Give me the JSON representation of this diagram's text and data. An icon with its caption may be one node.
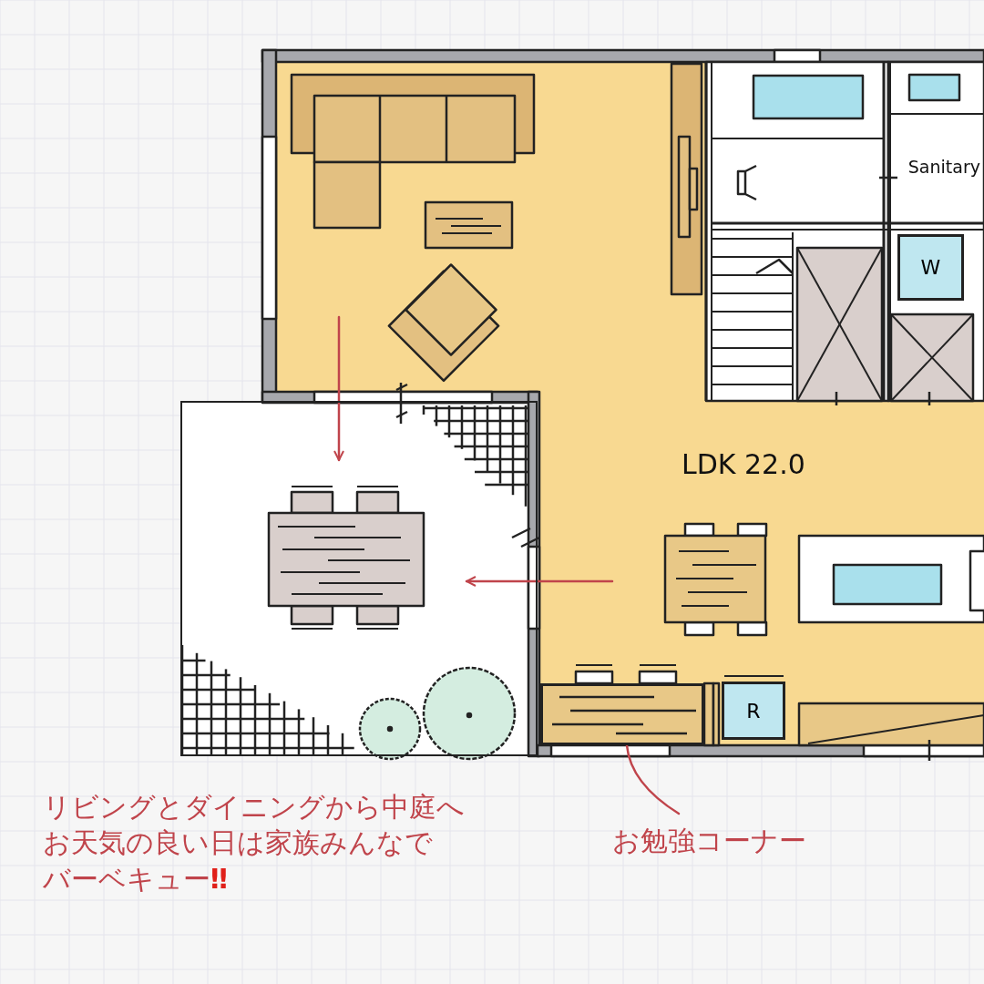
{
  "diagram": {
    "nodes": [
      {
        "text": [
          "LDK 22.0"
        ]
      },
      {
        "text": [],
        "shape": "box"
      },
      {
        "text": [],
        "shape": "box"
      },
      {
        "text": [
          "お勉強コーナー"
        ]
      },
      {
        "text": [
          "W"
        ]
      },
      {
        "text": [
          "R"
        ],
        "in": 0
      }
    ],
    "edges": [
      {
        "from": null,
        "to": 1,
        "arrow": "to"
      },
      {
        "from": null,
        "to": 1,
        "arrow": "to"
      },
      {
        "from": 3,
        "to": 2,
        "arrow": "none"
      }
    ],
    "labels": [
      "Sanitary",
      "リビングとダイニングから中庭へ",
      "お天気の良い日は家族みんなでバーベキュー**‼**"
    ]
  }
}
